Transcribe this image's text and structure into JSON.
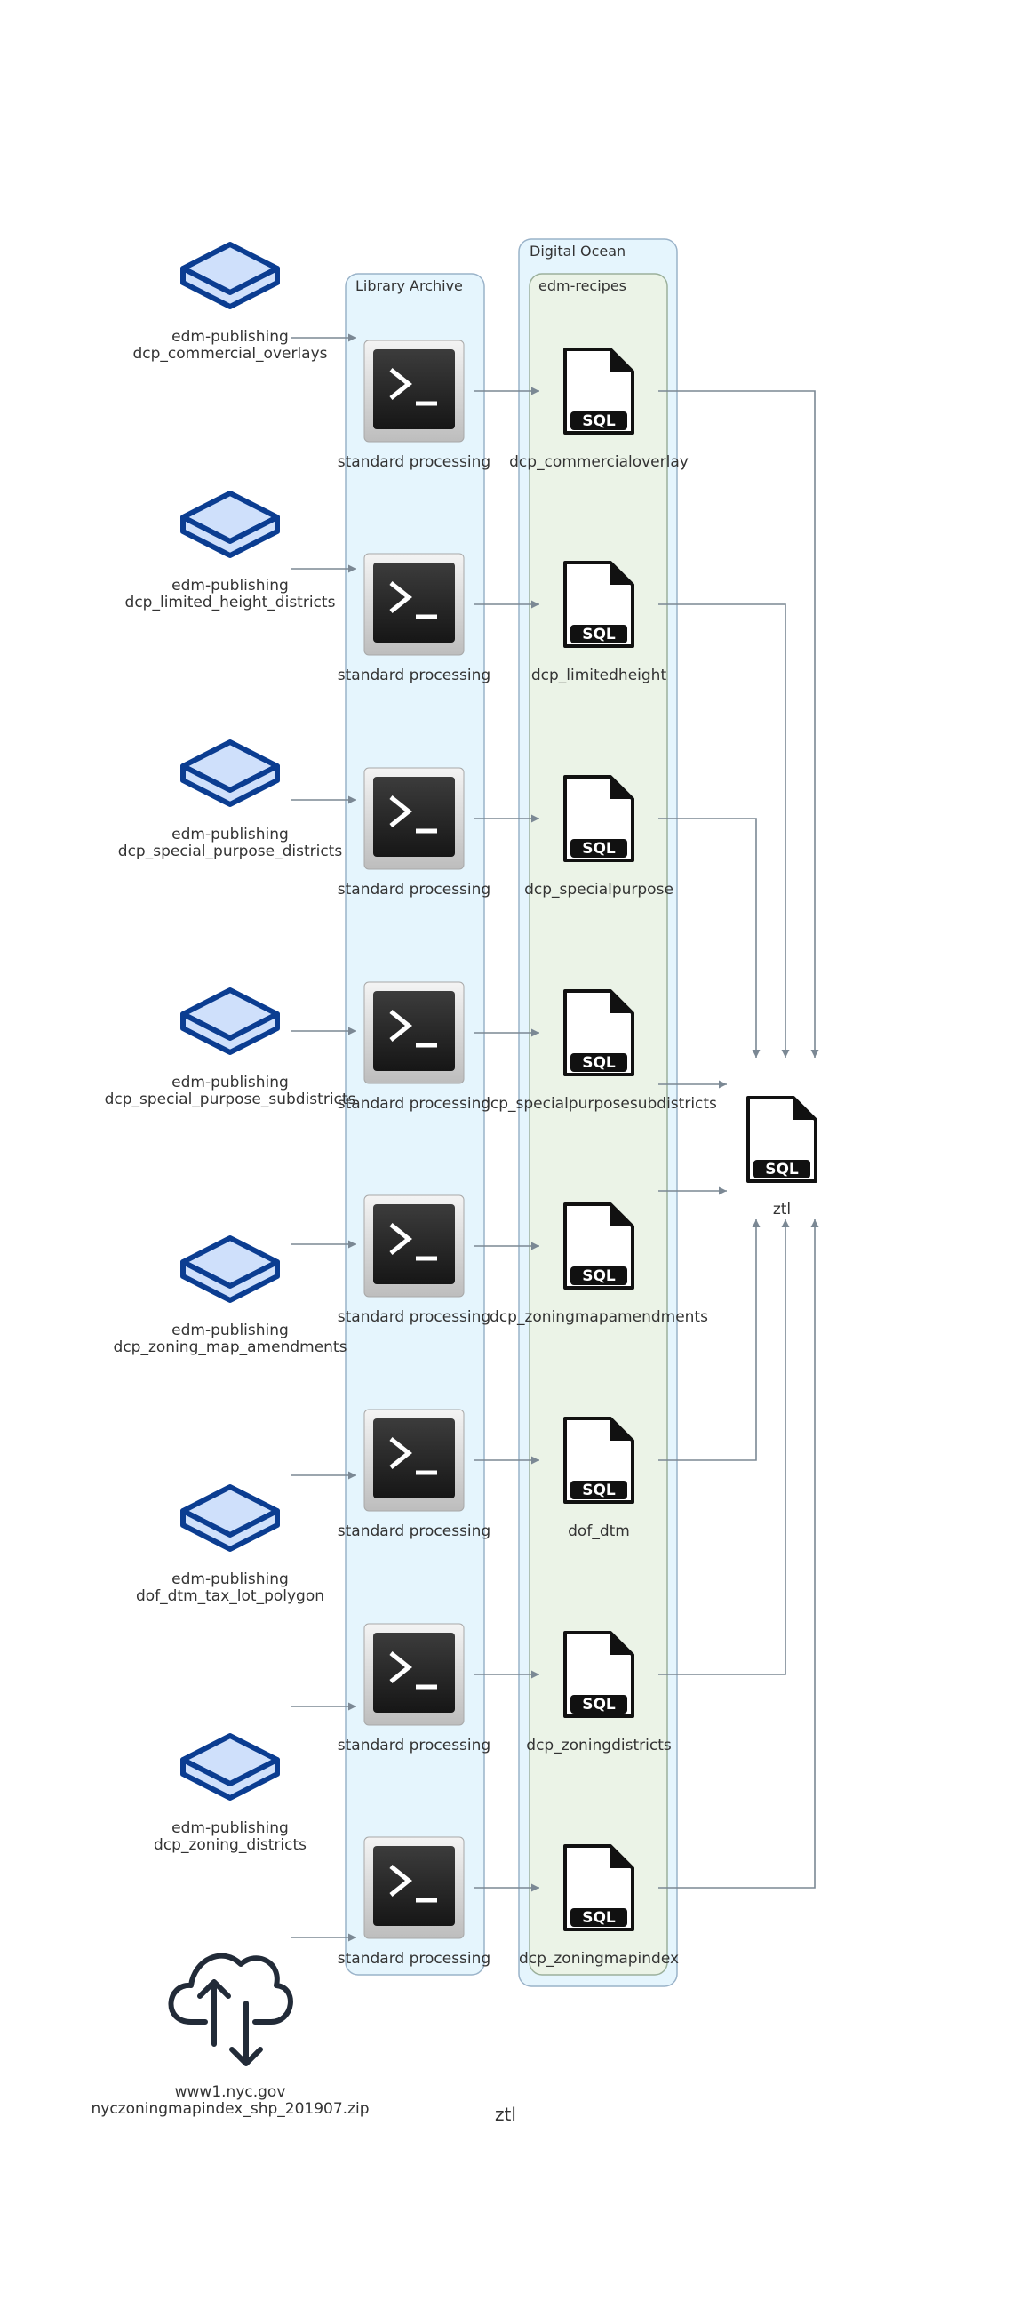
{
  "caption": "ztl",
  "clusters": {
    "library_archive": "Library Archive",
    "digital_ocean": "Digital Ocean",
    "edm_recipes": "edm-recipes"
  },
  "sources": [
    {
      "line1": "edm-publishing",
      "line2": "dcp_commercial_overlays",
      "icon": "database-icon"
    },
    {
      "line1": "edm-publishing",
      "line2": "dcp_limited_height_districts",
      "icon": "database-icon"
    },
    {
      "line1": "edm-publishing",
      "line2": "dcp_special_purpose_districts",
      "icon": "database-icon"
    },
    {
      "line1": "edm-publishing",
      "line2": "dcp_special_purpose_subdistricts",
      "icon": "database-icon"
    },
    {
      "line1": "edm-publishing",
      "line2": "dcp_zoning_map_amendments",
      "icon": "database-icon"
    },
    {
      "line1": "edm-publishing",
      "line2": "dof_dtm_tax_lot_polygon",
      "icon": "database-icon"
    },
    {
      "line1": "edm-publishing",
      "line2": "dcp_zoning_districts",
      "icon": "database-icon"
    },
    {
      "line1": "www1.nyc.gov",
      "line2": "nyczoningmapindex_shp_201907.zip",
      "icon": "cloud-transfer-icon"
    }
  ],
  "processing_label": "standard processing",
  "recipes": [
    {
      "label": "dcp_commercialoverlay"
    },
    {
      "label": "dcp_limitedheight"
    },
    {
      "label": "dcp_specialpurpose"
    },
    {
      "label": "dcp_specialpurposesubdistricts"
    },
    {
      "label": "dcp_zoningmapamendments"
    },
    {
      "label": "dof_dtm"
    },
    {
      "label": "dcp_zoningdistricts"
    },
    {
      "label": "dcp_zoningmapindex"
    }
  ],
  "sql_badge": "SQL",
  "target": {
    "label": "ztl"
  },
  "colors": {
    "database_stroke": "#0b3d91",
    "database_fill": "#cfe0fb",
    "library_cluster_fill": "#e5f5fd",
    "library_cluster_stroke": "#9ab3c9",
    "recipes_cluster_fill": "#ebf3e7",
    "edge": "#7b8894"
  }
}
